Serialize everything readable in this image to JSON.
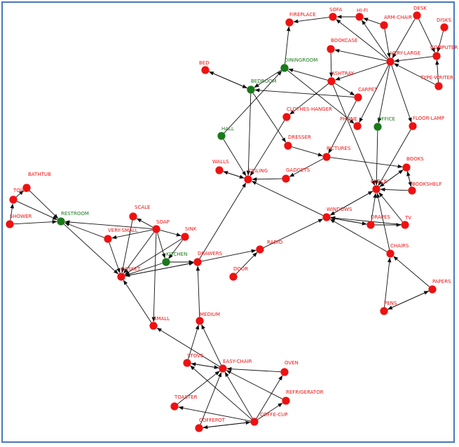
{
  "colors": {
    "room": "#1a7a1a",
    "object": "#ee1111",
    "edge": "#111111",
    "frame": "#4a78b8",
    "room_label": "#1a7a1a",
    "object_label": "#ee1111"
  },
  "nodes": [
    {
      "id": "BATHTUB",
      "label": "BATHTUB",
      "kind": "object"
    },
    {
      "id": "TOILET",
      "label": "TOILET",
      "kind": "object"
    },
    {
      "id": "SHOWER",
      "label": "SHOWER",
      "kind": "object"
    },
    {
      "id": "RESTROOM",
      "label": "RESTROOM",
      "kind": "room"
    },
    {
      "id": "SCALE",
      "label": "SCALE",
      "kind": "object"
    },
    {
      "id": "SOAP",
      "label": "SOAP",
      "kind": "object"
    },
    {
      "id": "SINK",
      "label": "SINK",
      "kind": "object"
    },
    {
      "id": "VERY-SMALL",
      "label": "VERY-SMALL",
      "kind": "object"
    },
    {
      "id": "KITCHEN",
      "label": "KITCHEN",
      "kind": "room"
    },
    {
      "id": "BASKET",
      "label": "BASKET",
      "kind": "object"
    },
    {
      "id": "DRAWERS",
      "label": "DRAWERS",
      "kind": "object"
    },
    {
      "id": "SMALL",
      "label": "SMALL",
      "kind": "object"
    },
    {
      "id": "MEDIUM",
      "label": "MEDIUM",
      "kind": "object"
    },
    {
      "id": "STOVE",
      "label": "STOVE",
      "kind": "object"
    },
    {
      "id": "EASY-CHAIR",
      "label": "EASY-CHAIR",
      "kind": "object"
    },
    {
      "id": "OVEN",
      "label": "OVEN",
      "kind": "object"
    },
    {
      "id": "REFRIGERATOR",
      "label": "REFRIGERATOR",
      "kind": "object"
    },
    {
      "id": "TOASTER",
      "label": "TOASTER",
      "kind": "object"
    },
    {
      "id": "COFFE-CUP",
      "label": "COFFE-CUP",
      "kind": "object"
    },
    {
      "id": "COFFEPOT",
      "label": "COFFEPOT",
      "kind": "object"
    },
    {
      "id": "DOOR",
      "label": "DOOR",
      "kind": "object"
    },
    {
      "id": "RADIO",
      "label": "RADIO",
      "kind": "object"
    },
    {
      "id": "WALLS",
      "label": "WALLS",
      "kind": "object"
    },
    {
      "id": "CEILING",
      "label": "CEILING",
      "kind": "object"
    },
    {
      "id": "HALL",
      "label": "HALL",
      "kind": "room"
    },
    {
      "id": "BED",
      "label": "BED",
      "kind": "object"
    },
    {
      "id": "BEDROOM",
      "label": "BEDROOM",
      "kind": "room"
    },
    {
      "id": "DININGROOM",
      "label": "DININGROOM",
      "kind": "room"
    },
    {
      "id": "CLOTHES-HANGER",
      "label": "CLOTHES-HANGER",
      "kind": "object"
    },
    {
      "id": "DRESSER",
      "label": "DRESSER",
      "kind": "object"
    },
    {
      "id": "GADGETS",
      "label": "GADGETS",
      "kind": "object"
    },
    {
      "id": "PICTURES",
      "label": "PICTURES",
      "kind": "object"
    },
    {
      "id": "FIREPLACE",
      "label": "FIREPLACE",
      "kind": "object"
    },
    {
      "id": "SOFA",
      "label": "SOFA",
      "kind": "object"
    },
    {
      "id": "HI-FI",
      "label": "HI-FI",
      "kind": "object"
    },
    {
      "id": "ARM-CHAIR",
      "label": "ARM-CHAIR",
      "kind": "object"
    },
    {
      "id": "DESK",
      "label": "DESK",
      "kind": "object"
    },
    {
      "id": "DISKS",
      "label": "DISKS",
      "kind": "object"
    },
    {
      "id": "BOOKCASE",
      "label": "BOOKCASE",
      "kind": "object"
    },
    {
      "id": "VERY-LARGE",
      "label": "VERY-LARGE",
      "kind": "object"
    },
    {
      "id": "COMPUTER",
      "label": "COMPUTER",
      "kind": "object"
    },
    {
      "id": "TYPE-WRITER",
      "label": "TYPE-WRITER",
      "kind": "object"
    },
    {
      "id": "ASHTRAY",
      "label": "ASHTRAY",
      "kind": "object"
    },
    {
      "id": "CARPET",
      "label": "CARPET",
      "kind": "object"
    },
    {
      "id": "PHONE",
      "label": "PHONE",
      "kind": "object"
    },
    {
      "id": "OFFICE",
      "label": "OFFICE",
      "kind": "room"
    },
    {
      "id": "FLOOR-LAMP",
      "label": "FLOOR-LAMP",
      "kind": "object"
    },
    {
      "id": "BOOKS",
      "label": "BOOKS",
      "kind": "object"
    },
    {
      "id": "BOOKSHELF",
      "label": "BOOKSHELF",
      "kind": "object"
    },
    {
      "id": "CLOCK",
      "label": "CLOCK",
      "kind": "object"
    },
    {
      "id": "WINDOWS",
      "label": "WINDOWS",
      "kind": "object"
    },
    {
      "id": "DRAPES",
      "label": "DRAPES",
      "kind": "object"
    },
    {
      "id": "TV",
      "label": "TV",
      "kind": "object"
    },
    {
      "id": "CHAIRS",
      "label": "CHAIRS",
      "kind": "object"
    },
    {
      "id": "PAPERS",
      "label": "PAPERS",
      "kind": "object"
    },
    {
      "id": "PENS",
      "label": "PENS",
      "kind": "object"
    }
  ],
  "edges": [
    [
      "SHOWER",
      "TOILET"
    ],
    [
      "TOILET",
      "BATHTUB"
    ],
    [
      "BATHTUB",
      "RESTROOM"
    ],
    [
      "TOILET",
      "RESTROOM"
    ],
    [
      "SHOWER",
      "RESTROOM"
    ],
    [
      "VERY-SMALL",
      "RESTROOM"
    ],
    [
      "SOAP",
      "RESTROOM"
    ],
    [
      "RESTROOM",
      "BASKET"
    ],
    [
      "SOAP",
      "SCALE"
    ],
    [
      "SOAP",
      "SINK"
    ],
    [
      "SOAP",
      "VERY-SMALL"
    ],
    [
      "SOAP",
      "KITCHEN"
    ],
    [
      "SOAP",
      "BASKET"
    ],
    [
      "SOAP",
      "SMALL"
    ],
    [
      "SINK",
      "KITCHEN"
    ],
    [
      "SCALE",
      "BASKET"
    ],
    [
      "VERY-SMALL",
      "BASKET"
    ],
    [
      "KITCHEN",
      "BASKET"
    ],
    [
      "SINK",
      "BASKET"
    ],
    [
      "KITCHEN",
      "DRAWERS"
    ],
    [
      "BASKET",
      "DRAWERS"
    ],
    [
      "DRAWERS",
      "BASKET"
    ],
    [
      "SMALL",
      "BASKET"
    ],
    [
      "EASY-CHAIR",
      "SMALL"
    ],
    [
      "DRAWERS",
      "RADIO"
    ],
    [
      "DRAWERS",
      "CEILING"
    ],
    [
      "DOOR",
      "RADIO"
    ],
    [
      "MEDIUM",
      "DRAWERS"
    ],
    [
      "STOVE",
      "MEDIUM"
    ],
    [
      "EASY-CHAIR",
      "MEDIUM"
    ],
    [
      "EASY-CHAIR",
      "STOVE"
    ],
    [
      "STOVE",
      "EASY-CHAIR"
    ],
    [
      "OVEN",
      "EASY-CHAIR"
    ],
    [
      "REFRIGERATOR",
      "EASY-CHAIR"
    ],
    [
      "TOASTER",
      "EASY-CHAIR"
    ],
    [
      "COFFEPOT",
      "EASY-CHAIR"
    ],
    [
      "COFFE-CUP",
      "EASY-CHAIR"
    ],
    [
      "COFFE-CUP",
      "STOVE"
    ],
    [
      "COFFE-CUP",
      "OVEN"
    ],
    [
      "COFFE-CUP",
      "REFRIGERATOR"
    ],
    [
      "COFFE-CUP",
      "TOASTER"
    ],
    [
      "COFFE-CUP",
      "COFFEPOT"
    ],
    [
      "COFFEPOT",
      "COFFE-CUP"
    ],
    [
      "RADIO",
      "WINDOWS"
    ],
    [
      "WINDOWS",
      "CEILING"
    ],
    [
      "WALLS",
      "CEILING"
    ],
    [
      "CEILING",
      "WALLS"
    ],
    [
      "HALL",
      "CEILING"
    ],
    [
      "BEDROOM",
      "CEILING"
    ],
    [
      "CLOTHES-HANGER",
      "CEILING"
    ],
    [
      "GADGETS",
      "CEILING"
    ],
    [
      "PICTURES",
      "GADGETS"
    ],
    [
      "DRESSER",
      "PICTURES"
    ],
    [
      "BEDROOM",
      "DRESSER"
    ],
    [
      "HALL",
      "DININGROOM"
    ],
    [
      "BED",
      "BEDROOM"
    ],
    [
      "BEDROOM",
      "BED"
    ],
    [
      "DININGROOM",
      "BEDROOM"
    ],
    [
      "CARPET",
      "BEDROOM"
    ],
    [
      "DININGROOM",
      "FIREPLACE"
    ],
    [
      "DININGROOM",
      "PHONE"
    ],
    [
      "ASHTRAY",
      "CLOTHES-HANGER"
    ],
    [
      "ASHTRAY",
      "DININGROOM"
    ],
    [
      "PICTURES",
      "BOOKS"
    ],
    [
      "CARPET",
      "PICTURES"
    ],
    [
      "VERY-LARGE",
      "ASHTRAY"
    ],
    [
      "ASHTRAY",
      "CARPET"
    ],
    [
      "ASHTRAY",
      "CLOCK"
    ],
    [
      "BOOKCASE",
      "ASHTRAY"
    ],
    [
      "SOFA",
      "FIREPLACE"
    ],
    [
      "VERY-LARGE",
      "SOFA"
    ],
    [
      "VERY-LARGE",
      "HI-FI"
    ],
    [
      "HI-FI",
      "SOFA"
    ],
    [
      "ARM-CHAIR",
      "HI-FI"
    ],
    [
      "ARM-CHAIR",
      "VERY-LARGE"
    ],
    [
      "VERY-LARGE",
      "BOOKCASE"
    ],
    [
      "DESK",
      "VERY-LARGE"
    ],
    [
      "DISKS",
      "COMPUTER"
    ],
    [
      "COMPUTER",
      "VERY-LARGE"
    ],
    [
      "TYPE-WRITER",
      "VERY-LARGE"
    ],
    [
      "TYPE-WRITER",
      "COMPUTER"
    ],
    [
      "DESK",
      "COMPUTER"
    ],
    [
      "VERY-LARGE",
      "PHONE"
    ],
    [
      "VERY-LARGE",
      "OFFICE"
    ],
    [
      "VERY-LARGE",
      "FLOOR-LAMP"
    ],
    [
      "FLOOR-LAMP",
      "CLOCK"
    ],
    [
      "OFFICE",
      "CLOCK"
    ],
    [
      "BOOKS",
      "CLOCK"
    ],
    [
      "BOOKS",
      "BOOKSHELF"
    ],
    [
      "BOOKSHELF",
      "BOOKS"
    ],
    [
      "CLOCK",
      "BOOKS"
    ],
    [
      "BOOKSHELF",
      "CLOCK"
    ],
    [
      "TV",
      "CLOCK"
    ],
    [
      "DRAPES",
      "CLOCK"
    ],
    [
      "CHAIRS",
      "CLOCK"
    ],
    [
      "WINDOWS",
      "CLOCK"
    ],
    [
      "CLOCK",
      "WINDOWS"
    ],
    [
      "DRAPES",
      "WINDOWS"
    ],
    [
      "WINDOWS",
      "DRAPES"
    ],
    [
      "TV",
      "WINDOWS"
    ],
    [
      "DRAPES",
      "TV"
    ],
    [
      "CHAIRS",
      "WINDOWS"
    ],
    [
      "PENS",
      "CHAIRS"
    ],
    [
      "PAPERS",
      "CHAIRS"
    ],
    [
      "PENS",
      "PAPERS"
    ],
    [
      "PAPERS",
      "PENS"
    ]
  ]
}
